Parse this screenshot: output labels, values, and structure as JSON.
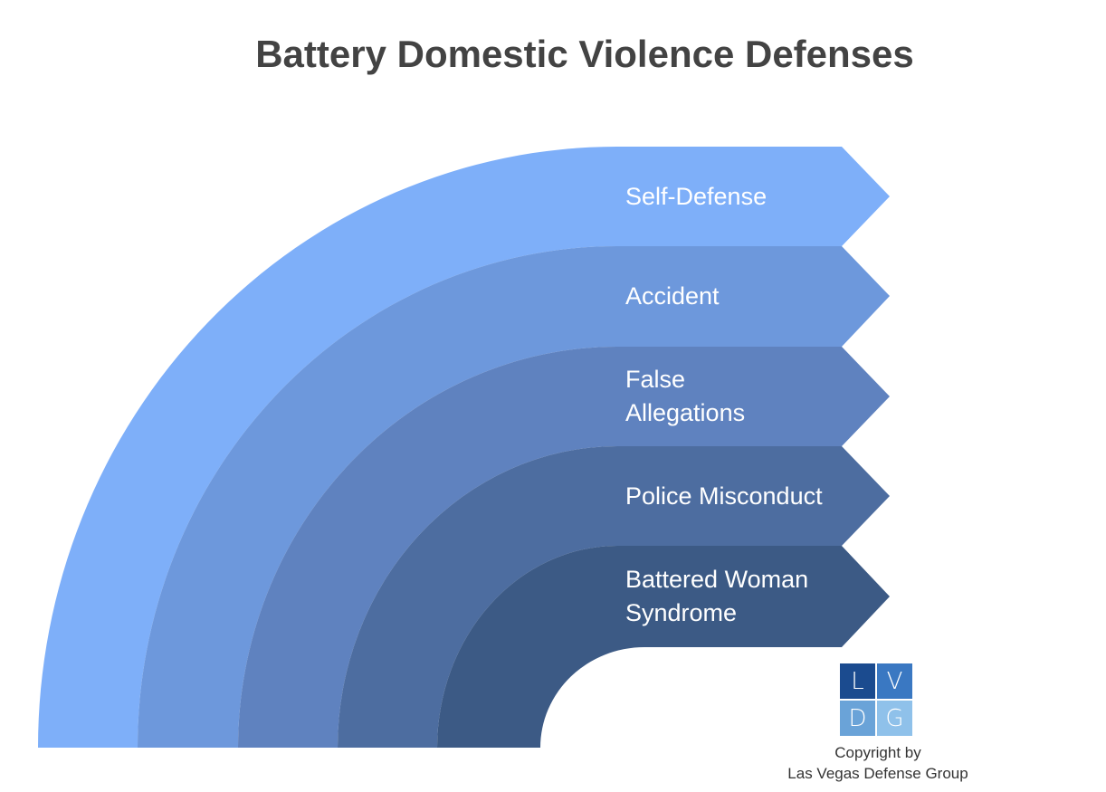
{
  "title": "Battery Domestic Violence Defenses",
  "bands": [
    {
      "label": "Self-Defense",
      "color": "#7eaff9"
    },
    {
      "label": "Accident",
      "color": "#6d98dc"
    },
    {
      "label": "False\nAllegations",
      "color": "#5f82bf"
    },
    {
      "label": "Police Misconduct",
      "color": "#4d6da0"
    },
    {
      "label": "Battered Woman\nSyndrome",
      "color": "#3c5a85"
    }
  ],
  "logo": {
    "letters": [
      "L",
      "V",
      "D",
      "G"
    ],
    "colors": [
      "#1b4b8f",
      "#3a78c2",
      "#6aa3d8",
      "#8fc1ea"
    ]
  },
  "credit": {
    "line1": "Copyright by",
    "line2": "Las Vegas Defense Group"
  }
}
